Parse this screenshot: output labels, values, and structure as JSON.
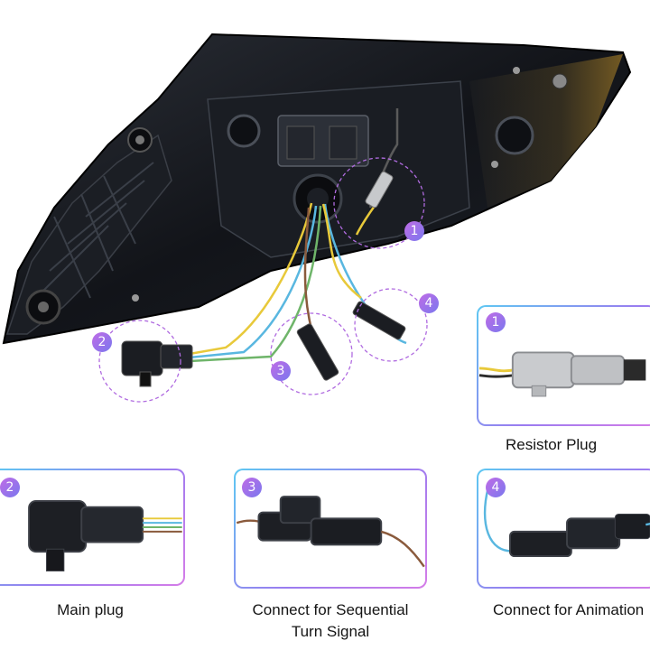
{
  "callouts": {
    "resistor": {
      "number": "1",
      "label": "Resistor Plug"
    },
    "main": {
      "number": "2",
      "label": "Main plug"
    },
    "sequential": {
      "number": "3",
      "label_line1": "Connect for Sequential",
      "label_line2": "Turn Signal"
    },
    "animation": {
      "number": "4",
      "label": "Connect for Animation"
    }
  },
  "colors": {
    "housing": "#14171d",
    "badge_gradient": [
      "#c06be6",
      "#7a78ee"
    ],
    "frame_gradient": [
      "#5ec8f2",
      "#9a7cf0",
      "#d57ce8"
    ],
    "wire_yellow": "#e8c93a",
    "wire_blue": "#59b7e0",
    "wire_brown": "#8a5a3c",
    "wire_green": "#6fb56a"
  }
}
